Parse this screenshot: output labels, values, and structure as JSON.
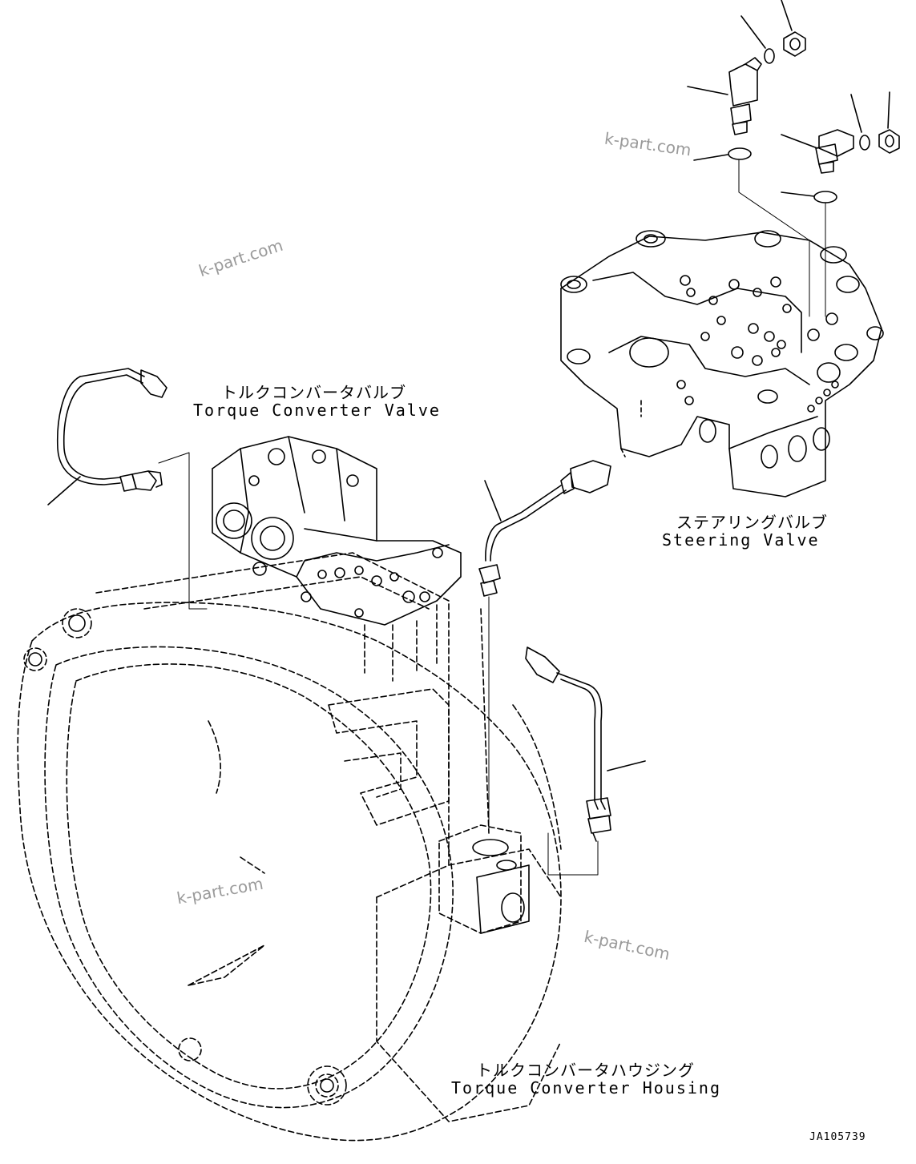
{
  "labels": {
    "torque_converter_valve_jp": "トルクコンバータバルブ",
    "torque_converter_valve_en": "Torque Converter Valve",
    "steering_valve_jp": "ステアリングバルブ",
    "steering_valve_en": "Steering Valve",
    "torque_converter_housing_jp": "トルクコンバータハウジング",
    "torque_converter_housing_en": "Torque Converter Housing"
  },
  "watermarks": [
    "k-part.com",
    "k-part.com",
    "k-part.com",
    "k-part.com"
  ],
  "drawing_code": "JA105739",
  "colors": {
    "line": "#000000",
    "watermark": "#9a9a9a",
    "background": "#ffffff"
  }
}
